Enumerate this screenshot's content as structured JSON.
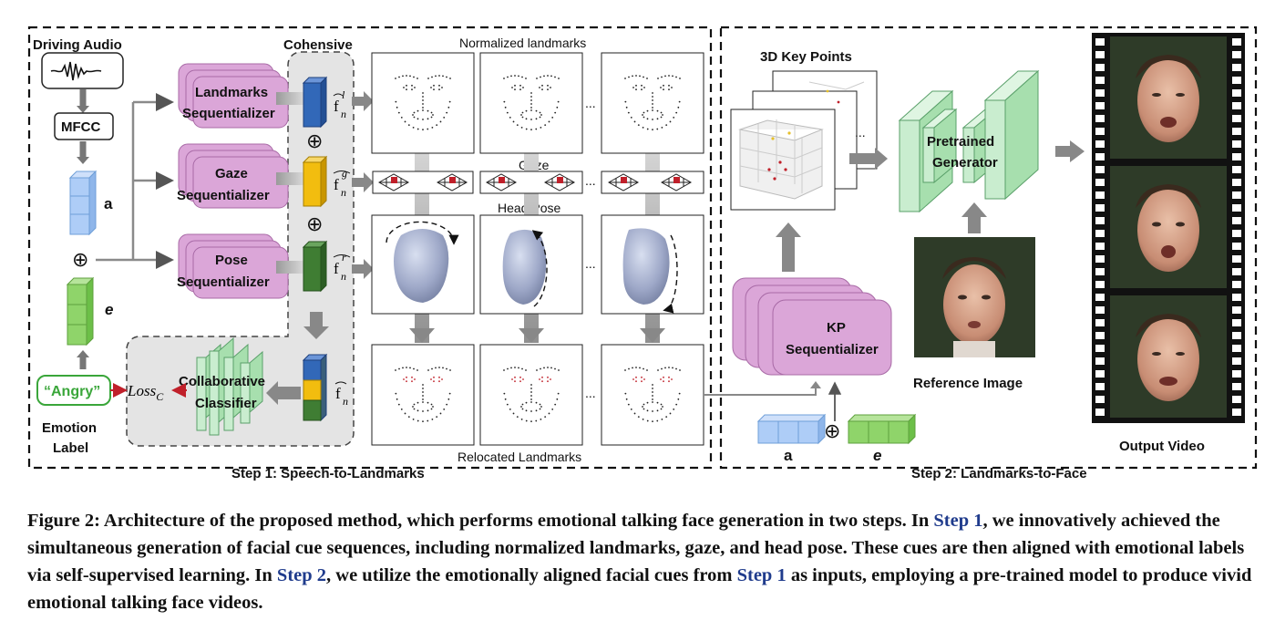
{
  "step1": {
    "title": "Step 1: Speech-to-Landmarks",
    "driving_audio": "Driving Audio",
    "mfcc": "MFCC",
    "audio_feature": "a",
    "emotion_feature": "e",
    "emotion_value": "“Angry”",
    "emotion_label_line1": "Emotion",
    "emotion_label_line2": "Label",
    "cohensive": "Cohensive",
    "seq_landmarks": [
      "Landmarks",
      "Sequentializer"
    ],
    "seq_gaze": [
      "Gaze",
      "Sequentializer"
    ],
    "seq_pose": [
      "Pose",
      "Sequentializer"
    ],
    "feat_l": "f",
    "feat_g": "f",
    "feat_r": "f",
    "feat_n": "f",
    "sup_l": "l",
    "sup_g": "g",
    "sup_r": "r",
    "sub_n": "n",
    "oplus": "⊕",
    "loss": "Loss",
    "loss_sub": "C",
    "classifier": [
      "Collaborative",
      "Classifier"
    ],
    "normalized_landmarks": "Normalized landmarks",
    "gaze": "Gaze",
    "head_pose": "Head Pose",
    "relocated_landmarks": "Relocated Landmarks",
    "ellipsis": "..."
  },
  "step2": {
    "title": "Step 2: Landmarks-to-Face",
    "kp3d": "3D Key Points",
    "generator": [
      "Pretrained",
      "Generator"
    ],
    "kp_seq": [
      "KP",
      "Sequentializer"
    ],
    "reference": "Reference Image",
    "output": "Output Video",
    "audio_feature": "a",
    "emotion_feature": "e"
  },
  "caption": {
    "p1": "Figure 2: Architecture of the proposed method, which performs emotional talking face generation in two steps. In ",
    "s1": "Step 1",
    "p2": ", we innovatively achieved the simultaneous generation of facial cue sequences, including normalized landmarks, gaze, and head pose. These cues are then aligned with emotional labels via self-supervised learning. In ",
    "s2": "Step 2",
    "p3": ", we utilize the emotionally aligned facial cues from ",
    "s3": "Step 1",
    "p4": " as inputs, employing a pre-trained model to produce vivid emotional talking face videos."
  },
  "colors": {
    "audio_blue": "#aecdf7",
    "emotion_green": "#8fd46a",
    "seq_pink": "#dba6d8",
    "feat_blue": "#3268b8",
    "feat_yellow": "#f2bd0f",
    "feat_green": "#3f7d33",
    "gen_green": "#c9edcf",
    "label_green": "#3aa63a",
    "loss_red": "#c0202a"
  }
}
